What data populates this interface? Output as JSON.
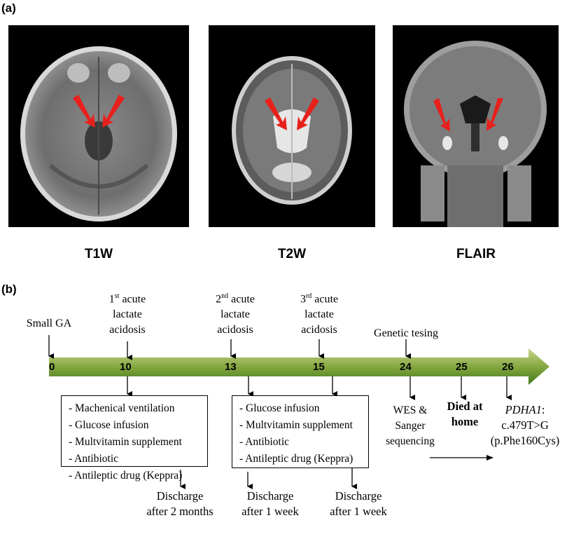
{
  "panel_a": {
    "label": "(a)",
    "images": [
      {
        "caption": "T1W"
      },
      {
        "caption": "T2W"
      },
      {
        "caption": "FLAIR"
      }
    ]
  },
  "panel_b": {
    "label": "(b)",
    "events_above": [
      {
        "text_lines": [
          "Small GA"
        ],
        "day": "0"
      },
      {
        "text_lines": [
          "1st acute",
          "lactate",
          "acidosis"
        ],
        "day": "10"
      },
      {
        "text_lines": [
          "2nd acute",
          "lactate",
          "acidosis"
        ],
        "day": "13"
      },
      {
        "text_lines": [
          "3rd acute",
          "lactate",
          "acidosis"
        ],
        "day": "15"
      },
      {
        "text_lines": [
          "Genetic tesing"
        ],
        "day": "24"
      }
    ],
    "day_labels": [
      "0",
      "10",
      "13",
      "15",
      "24",
      "25",
      "26"
    ],
    "box1": [
      "- Machenical ventilation",
      "- Glucose infusion",
      "- Multvitamin supplement",
      "- Antibiotic",
      "- Antileptic drug (Keppra)"
    ],
    "box2": [
      "- Glucose infusion",
      "- Multvitamin supplement",
      "- Antibiotic",
      "- Antileptic drug (Keppra)"
    ],
    "discharge1": [
      "Discharge",
      "after 2 months"
    ],
    "discharge2": [
      "Discharge",
      "after 1 week"
    ],
    "discharge3": [
      "Discharge",
      "after 1 week"
    ],
    "wes": [
      "WES &",
      "Sanger",
      "sequencing"
    ],
    "died": [
      "Died at",
      "home"
    ],
    "gene": {
      "name": "PDHA1",
      "variant": "c.479T>G",
      "protein": "(p.Phe160Cys)"
    },
    "superscripts": {
      "first": "st",
      "second": "nd",
      "third": "rd"
    },
    "colors": {
      "bar_dark": "#3f7a1e",
      "bar_light": "#c8d68a",
      "arrow_red": "#e8201c"
    }
  }
}
